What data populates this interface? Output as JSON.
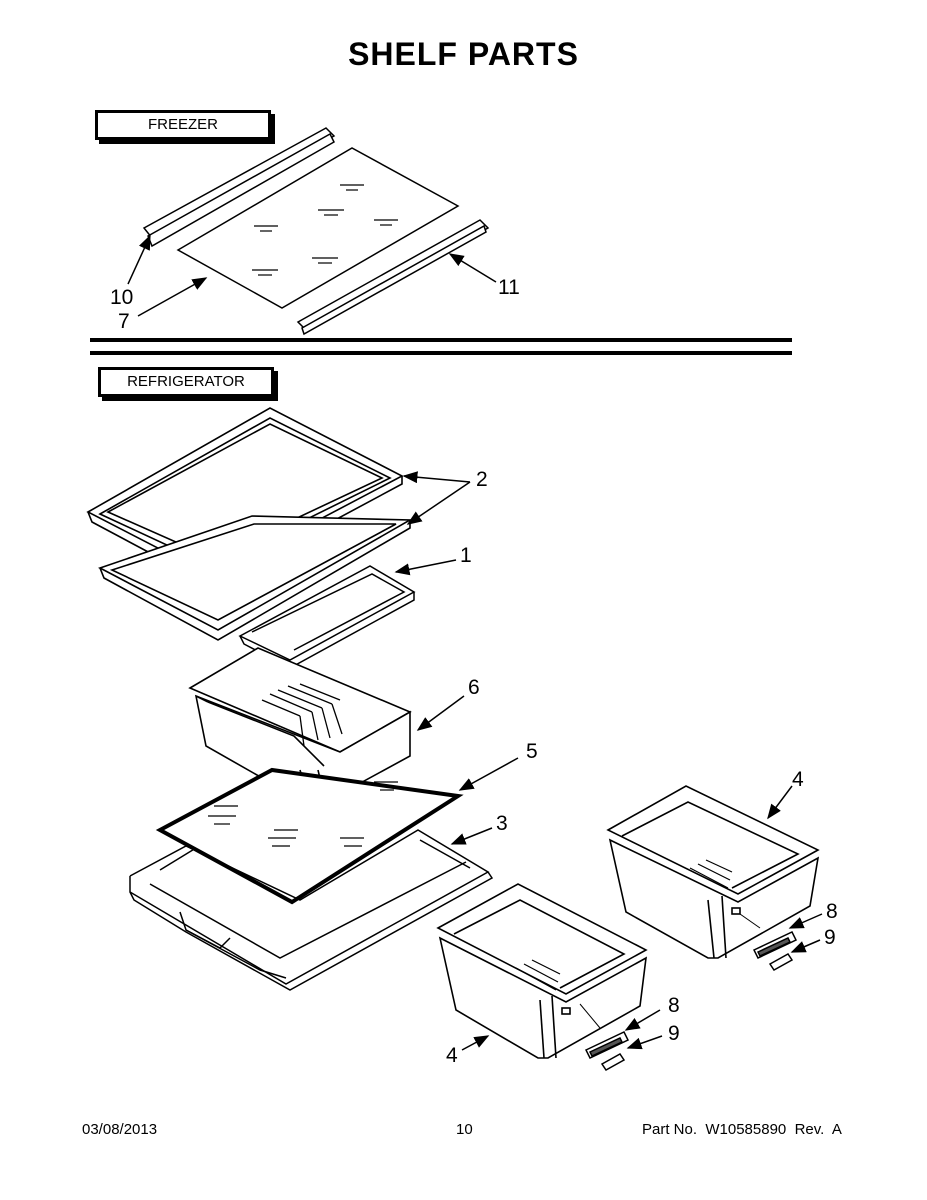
{
  "title": "SHELF PARTS",
  "sections": {
    "freezer": "FREEZER",
    "refrigerator": "REFRIGERATOR"
  },
  "callouts": {
    "c10": "10",
    "c7": "7",
    "c11": "11",
    "c2": "2",
    "c1": "1",
    "c6": "6",
    "c5": "5",
    "c3": "3",
    "c4a": "4",
    "c4b": "4",
    "c8a": "8",
    "c9a": "9",
    "c8b": "8",
    "c9b": "9"
  },
  "footer": {
    "date": "03/08/2013",
    "page": "10",
    "part": "Part No.  W10585890  Rev.  A"
  }
}
